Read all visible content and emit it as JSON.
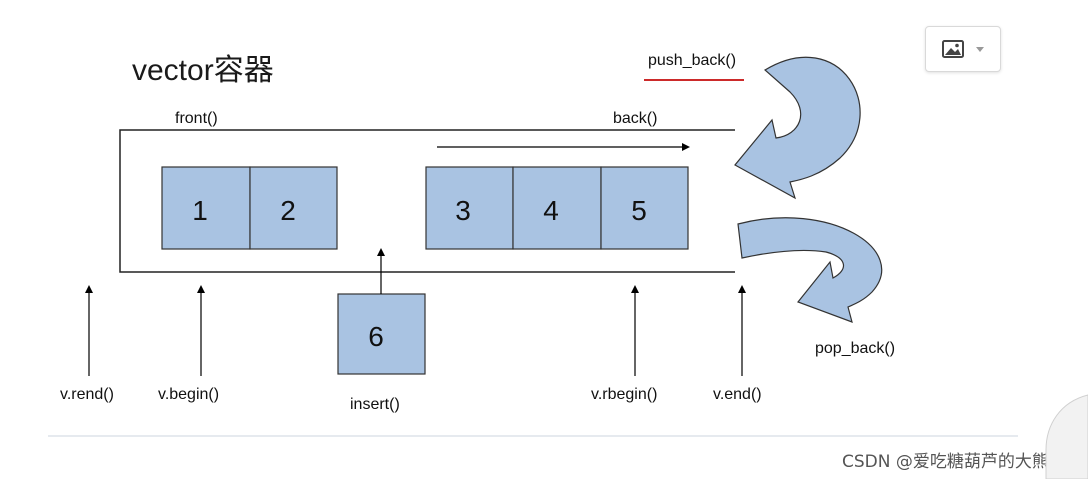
{
  "title": "vector容器",
  "labels": {
    "front": "front()",
    "back": "back()",
    "push_back": "push_back()",
    "pop_back": "pop_back()",
    "insert": "insert()",
    "rend": "v.rend()",
    "begin": "v.begin()",
    "rbegin": "v.rbegin()",
    "end": "v.end()"
  },
  "cells": {
    "c1": "1",
    "c2": "2",
    "c3": "3",
    "c4": "4",
    "c5": "5",
    "c6": "6"
  },
  "watermark": "CSDN @爱吃糖葫芦的大熊",
  "toolbar": {
    "image_icon": "image-icon",
    "dropdown_icon": "chevron-down-icon"
  },
  "colors": {
    "cell_fill": "#a9c3e2",
    "arrow_fill": "#a9c3e2",
    "underline": "#cc2a2a"
  }
}
